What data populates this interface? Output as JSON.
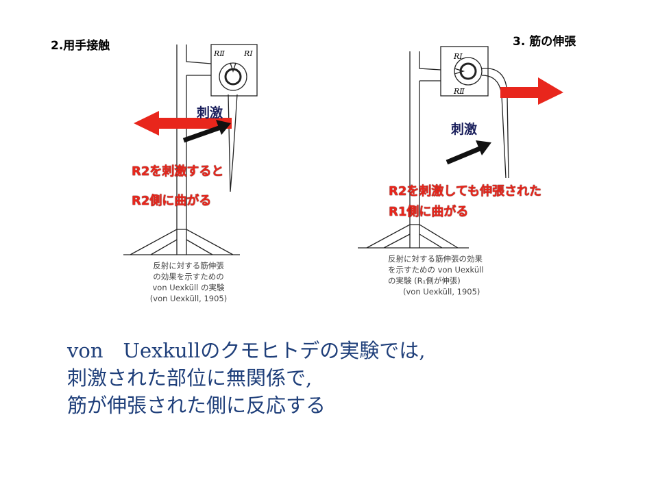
{
  "left_panel": {
    "title": "2.用手接触",
    "label_r2": "RⅡ",
    "label_r1": "RⅠ",
    "stimulus": "刺激",
    "note_line1": "R2を刺激すると",
    "note_line2": "R2側に曲がる",
    "caption": [
      "反射に対する筋伸張",
      "の効果を示すための",
      "von Uexküll の実験",
      "(von Uexküll, 1905)"
    ]
  },
  "right_panel": {
    "title": "3. 筋の伸張",
    "label_r1": "RⅠ",
    "label_r2": "RⅡ",
    "stimulus": "刺激",
    "note_line1": "R2を刺激しても伸張された",
    "note_line2": "R1側に曲がる",
    "caption": [
      "反射に対する筋伸張の効果",
      "を示すための von Uexküll",
      "の実験 (R₁側が伸張)",
      "(von Uexküll, 1905)"
    ]
  },
  "summary": [
    "von　Uexkullのクモヒトデの実験では,",
    "刺激された部位に無関係で,",
    "筋が伸張された側に反応する"
  ],
  "colors": {
    "arrow_red": "#e8261c",
    "arrow_black": "#111111",
    "summary_text": "#1f3f7a",
    "stimulus_text": "#1a1f5c"
  }
}
